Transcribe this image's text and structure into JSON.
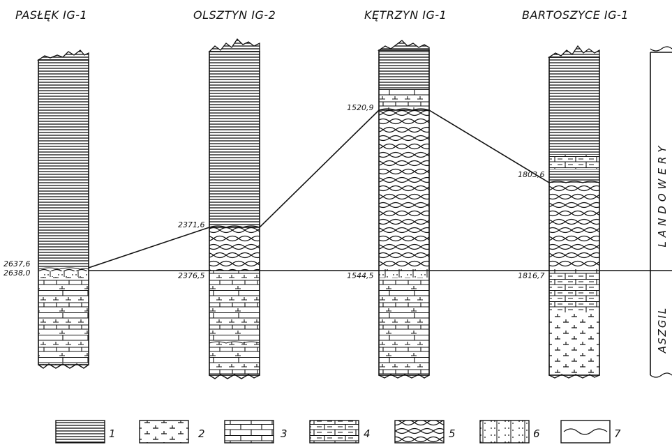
{
  "wells": [
    {
      "name": "PASŁĘK IG-1"
    },
    {
      "name": "OLSZTYN IG-2"
    },
    {
      "name": "KĘTRZYN IG-1"
    },
    {
      "name": "BARTOSZYCE IG-1"
    }
  ],
  "depths": {
    "paslek_top": "2637,6",
    "paslek_base": "2638,0",
    "olsztyn_top": "2371,6",
    "olsztyn_base": "2376,5",
    "ketrzyn_top": "1520,9",
    "ketrzyn_base": "1544,5",
    "bartoszyce_top": "1803,6",
    "bartoszyce_base": "1816,7"
  },
  "stages": {
    "upper": "LANDOWERY",
    "lower": "ASZGIL"
  },
  "legend": [
    {
      "num": "1",
      "lithology": "horizontal-lines"
    },
    {
      "num": "2",
      "lithology": "dolomite-marks"
    },
    {
      "num": "3",
      "lithology": "limestone-bricks"
    },
    {
      "num": "4",
      "lithology": "marly-limestone"
    },
    {
      "num": "5",
      "lithology": "nodular-lenses"
    },
    {
      "num": "6",
      "lithology": "sandy-dots"
    },
    {
      "num": "7",
      "lithology": "wavy-surface"
    }
  ]
}
